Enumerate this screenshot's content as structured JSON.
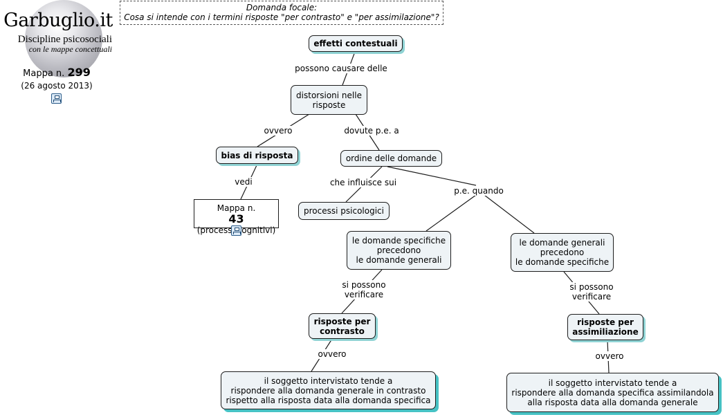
{
  "header": {
    "logo_title": "Garbuglio.it",
    "logo_subtitle": "Discipline psicosociali",
    "logo_tagline": "con le mappe concettuali",
    "map_prefix": "Mappa n.",
    "map_number": "299",
    "map_date": "(26 agosto 2013)",
    "map_icon": "concept-map-icon"
  },
  "focal": {
    "title": "Domanda focale:",
    "question": "Cosa si intende con i termini risposte \"per contrasto\" e \"per assimilazione\"?"
  },
  "nodes": {
    "effetti": "effetti contestuali",
    "distorsioni": "distorsioni nelle\nrisposte",
    "bias": "bias di risposta",
    "ordine": "ordine delle domande",
    "processi": "processi psicologici",
    "specifiche_prima": "le domande specifiche\nprecedono\nle domande generali",
    "generali_prima": "le domande generali\nprecedono\nle domande specifiche",
    "contrasto": "risposte per\ncontrasto",
    "assimilazione": "risposte per\nassimiliazione",
    "def_contrasto": "il soggetto intervistato tende a\nrispondere alla domanda generale in contrasto\nrispetto alla risposta data alla domanda specifica",
    "def_assimilazione": "il soggetto intervistato tende a\nrispondere alla domanda specifica assimilandola\nalla risposta data alla domanda generale"
  },
  "map_ref": {
    "prefix": "Mappa n.",
    "number": "43",
    "subtitle": "(processi cognitivi)",
    "icon": "concept-map-icon"
  },
  "links": {
    "possono_causare": "possono causare delle",
    "ovvero_1": "ovvero",
    "dovute": "dovute p.e. a",
    "vedi": "vedi",
    "influisce": "che influisce sui",
    "pe_quando": "p.e. quando",
    "si_possono_1": "si possono\nverificare",
    "si_possono_2": "si possono\nverificare",
    "ovvero_2": "ovvero",
    "ovvero_3": "ovvero"
  },
  "colors": {
    "node_fill": "#eef3f6",
    "shadow": "#46c2c4",
    "line": "#1c1c1c"
  }
}
